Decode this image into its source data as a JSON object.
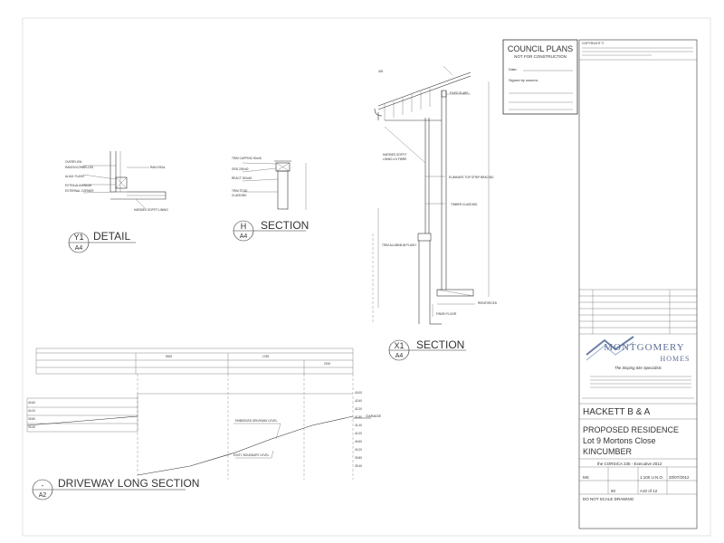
{
  "council": {
    "title": "COUNCIL PLANS",
    "subtitle": "NOT FOR CONSTRUCTION",
    "date_label": "Date:",
    "signed_label": "Signed by owners:"
  },
  "details": {
    "y1": {
      "code": "Y1",
      "sheet": "A4",
      "title": "DETAIL"
    },
    "h": {
      "code": "H",
      "sheet": "A4",
      "title": "SECTION"
    },
    "x1": {
      "code": "X1",
      "sheet": "A4",
      "title": "SECTION"
    },
    "a2": {
      "code": "-",
      "sheet": "A2",
      "title": "DRIVEWAY LONG SECTION"
    }
  },
  "driveway": {
    "garage_label": "GARAGE",
    "levels_right": [
      "43.00",
      "42.60",
      "42.20",
      "41.80",
      "41.40",
      "41.00",
      "40.60",
      "40.20",
      "39.80",
      "39.40"
    ],
    "levels_left": [
      "40.60",
      "40.20",
      "39.80",
      "39.40"
    ]
  },
  "brand": {
    "name": "MONTGOMERY",
    "sub": "HOMES",
    "tagline": "The Sloping Site Specialists"
  },
  "project": {
    "client": "HACKETT B & A",
    "title_line1": "PROPOSED RESIDENCE",
    "title_line2": "Lot 9 Mortons Close",
    "title_line3": "KINCUMBER",
    "design": "the CORSICA 235 - Executive 2012",
    "drawn": "MS",
    "scale": "1:100 U.N.O.",
    "date": "20/07/2012",
    "job": "50",
    "sheet": "A10 of 12",
    "notice": "DO NOT SCALE DRAWING"
  }
}
